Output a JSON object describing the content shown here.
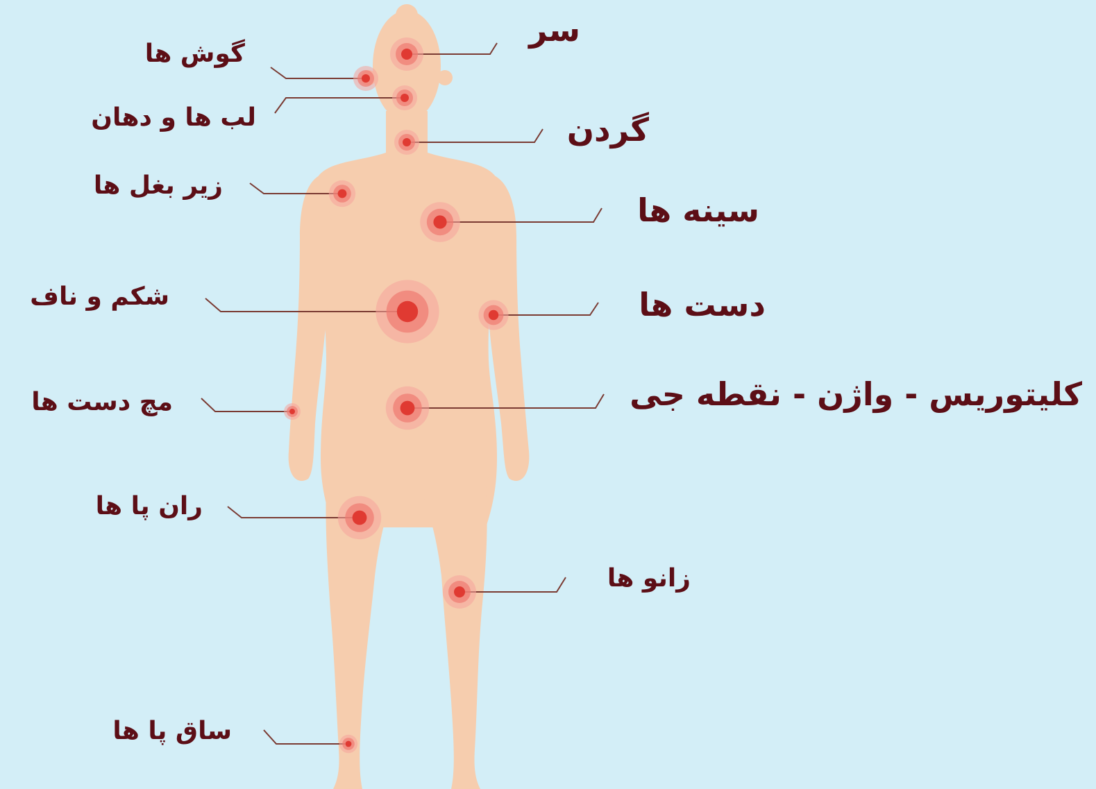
{
  "colors": {
    "background": "#d3eef7",
    "skin": "#f6cdae",
    "label_text": "#5c0e16",
    "leader_line": "#7a3a32",
    "marker_outer": "#f5a49d",
    "marker_mid": "#f07a70",
    "marker_core": "#e03a32"
  },
  "labels": {
    "head": "سر",
    "ears": "گوش ها",
    "lips_mouth": "لب ها و دهان",
    "neck": "گردن",
    "armpits": "زیر بغل ها",
    "breasts": "سینه ها",
    "abdomen_navel": "شکم و ناف",
    "arms": "دست ها",
    "wrists": "مچ دست ها",
    "genital": "کلیتوریس - واژن - نقطه جی",
    "thighs": "ران پا ها",
    "knees": "زانو ها",
    "calves": "ساق پا ها"
  }
}
